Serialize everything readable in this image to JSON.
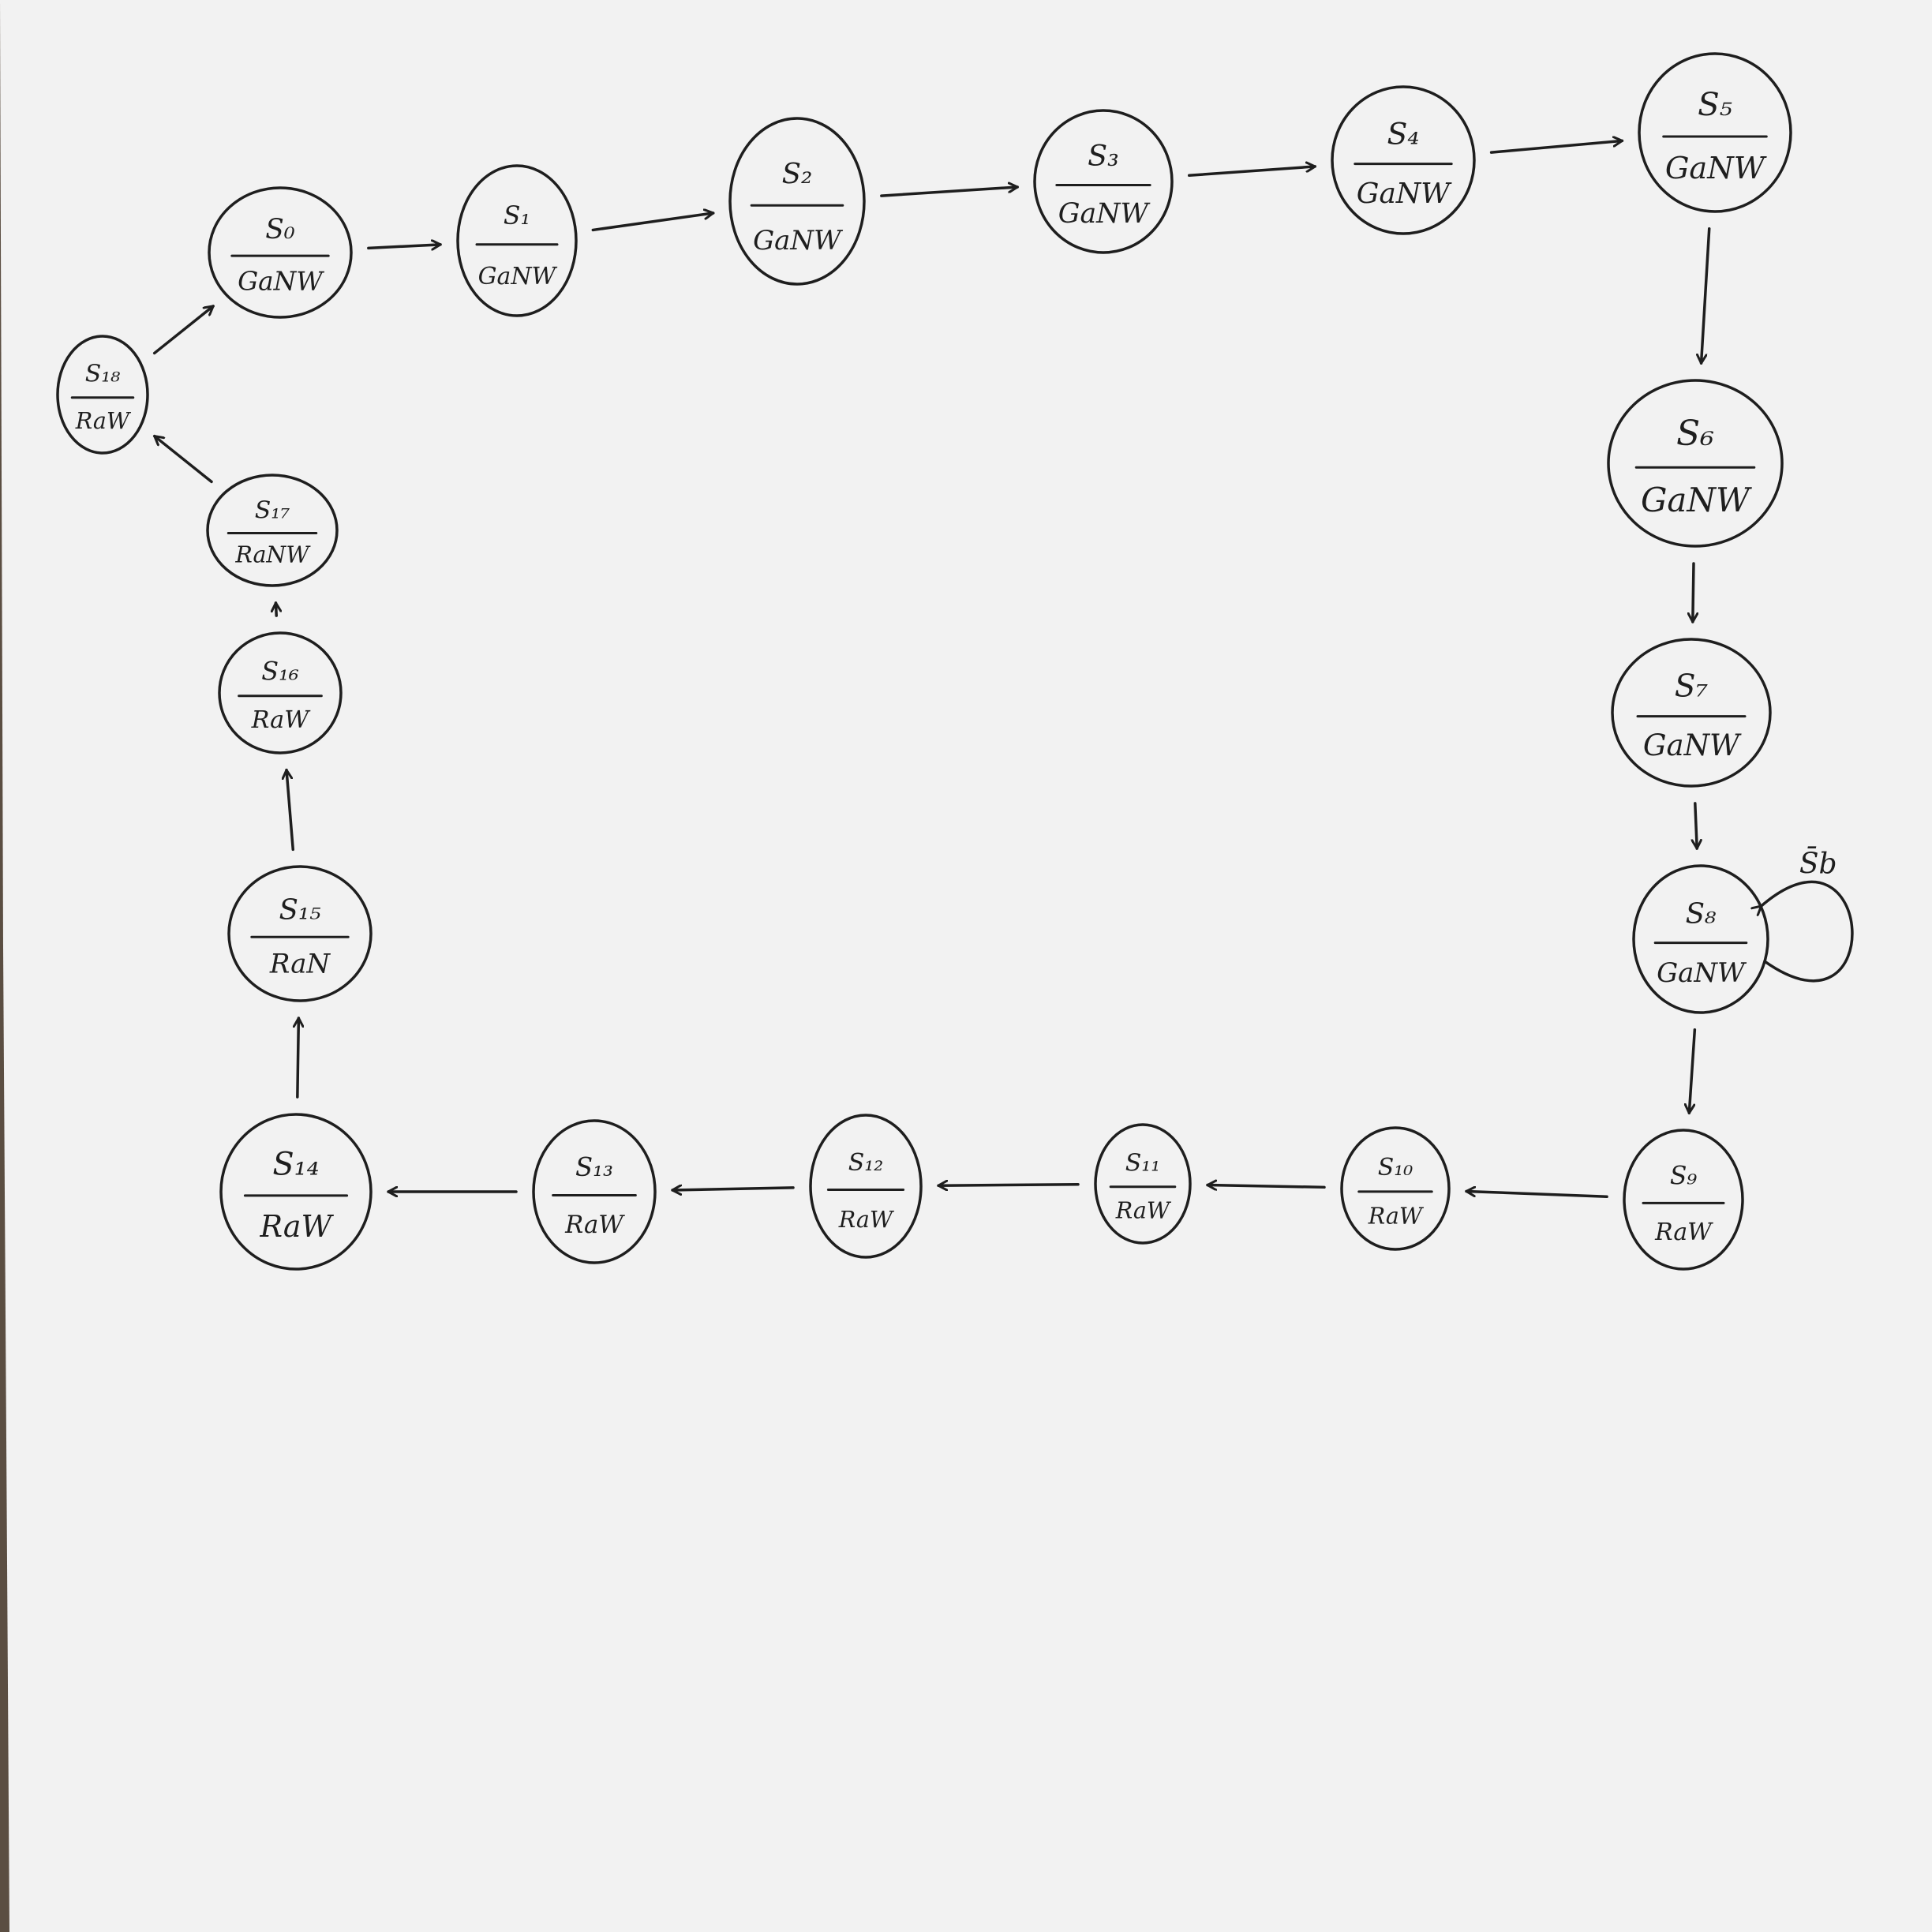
{
  "diagram": {
    "type": "state-machine",
    "states": [
      {
        "id": "s0",
        "name": "S₀",
        "output": "GaNW"
      },
      {
        "id": "s1",
        "name": "S₁",
        "output": "GaNW"
      },
      {
        "id": "s2",
        "name": "S₂",
        "output": "GaNW"
      },
      {
        "id": "s3",
        "name": "S₃",
        "output": "GaNW"
      },
      {
        "id": "s4",
        "name": "S₄",
        "output": "GaNW"
      },
      {
        "id": "s5",
        "name": "S₅",
        "output": "GaNW"
      },
      {
        "id": "s6",
        "name": "S₆",
        "output": "GaNW"
      },
      {
        "id": "s7",
        "name": "S₇",
        "output": "GaNW"
      },
      {
        "id": "s8",
        "name": "S₈",
        "output": "GaNW"
      },
      {
        "id": "s9",
        "name": "S₉",
        "output": "RaW"
      },
      {
        "id": "s10",
        "name": "S₁₀",
        "output": "RaW"
      },
      {
        "id": "s11",
        "name": "S₁₁",
        "output": "RaW"
      },
      {
        "id": "s12",
        "name": "S₁₂",
        "output": "RaW"
      },
      {
        "id": "s13",
        "name": "S₁₃",
        "output": "RaW"
      },
      {
        "id": "s14",
        "name": "S₁₄",
        "output": "RaW"
      },
      {
        "id": "s15",
        "name": "S₁₅",
        "output": "RaN"
      },
      {
        "id": "s16",
        "name": "S₁₆",
        "output": "RaW"
      },
      {
        "id": "s17",
        "name": "S₁₇",
        "output": "RaNW"
      },
      {
        "id": "s18",
        "name": "S₁₈",
        "output": "RaW"
      }
    ],
    "transitions": [
      {
        "from": "s0",
        "to": "s1"
      },
      {
        "from": "s1",
        "to": "s2"
      },
      {
        "from": "s2",
        "to": "s3"
      },
      {
        "from": "s3",
        "to": "s4"
      },
      {
        "from": "s4",
        "to": "s5"
      },
      {
        "from": "s5",
        "to": "s6"
      },
      {
        "from": "s6",
        "to": "s7"
      },
      {
        "from": "s7",
        "to": "s8"
      },
      {
        "from": "s8",
        "to": "s8",
        "label": "S̄b"
      },
      {
        "from": "s8",
        "to": "s9"
      },
      {
        "from": "s9",
        "to": "s10"
      },
      {
        "from": "s10",
        "to": "s11"
      },
      {
        "from": "s11",
        "to": "s12"
      },
      {
        "from": "s12",
        "to": "s13"
      },
      {
        "from": "s13",
        "to": "s14"
      },
      {
        "from": "s14",
        "to": "s15"
      },
      {
        "from": "s15",
        "to": "s16"
      },
      {
        "from": "s16",
        "to": "s17"
      },
      {
        "from": "s17",
        "to": "s18"
      },
      {
        "from": "s18",
        "to": "s0"
      }
    ]
  },
  "colors": {
    "ink": "#1e1e1e",
    "paper": "#f2f2f2",
    "background": "#5b4e42"
  }
}
